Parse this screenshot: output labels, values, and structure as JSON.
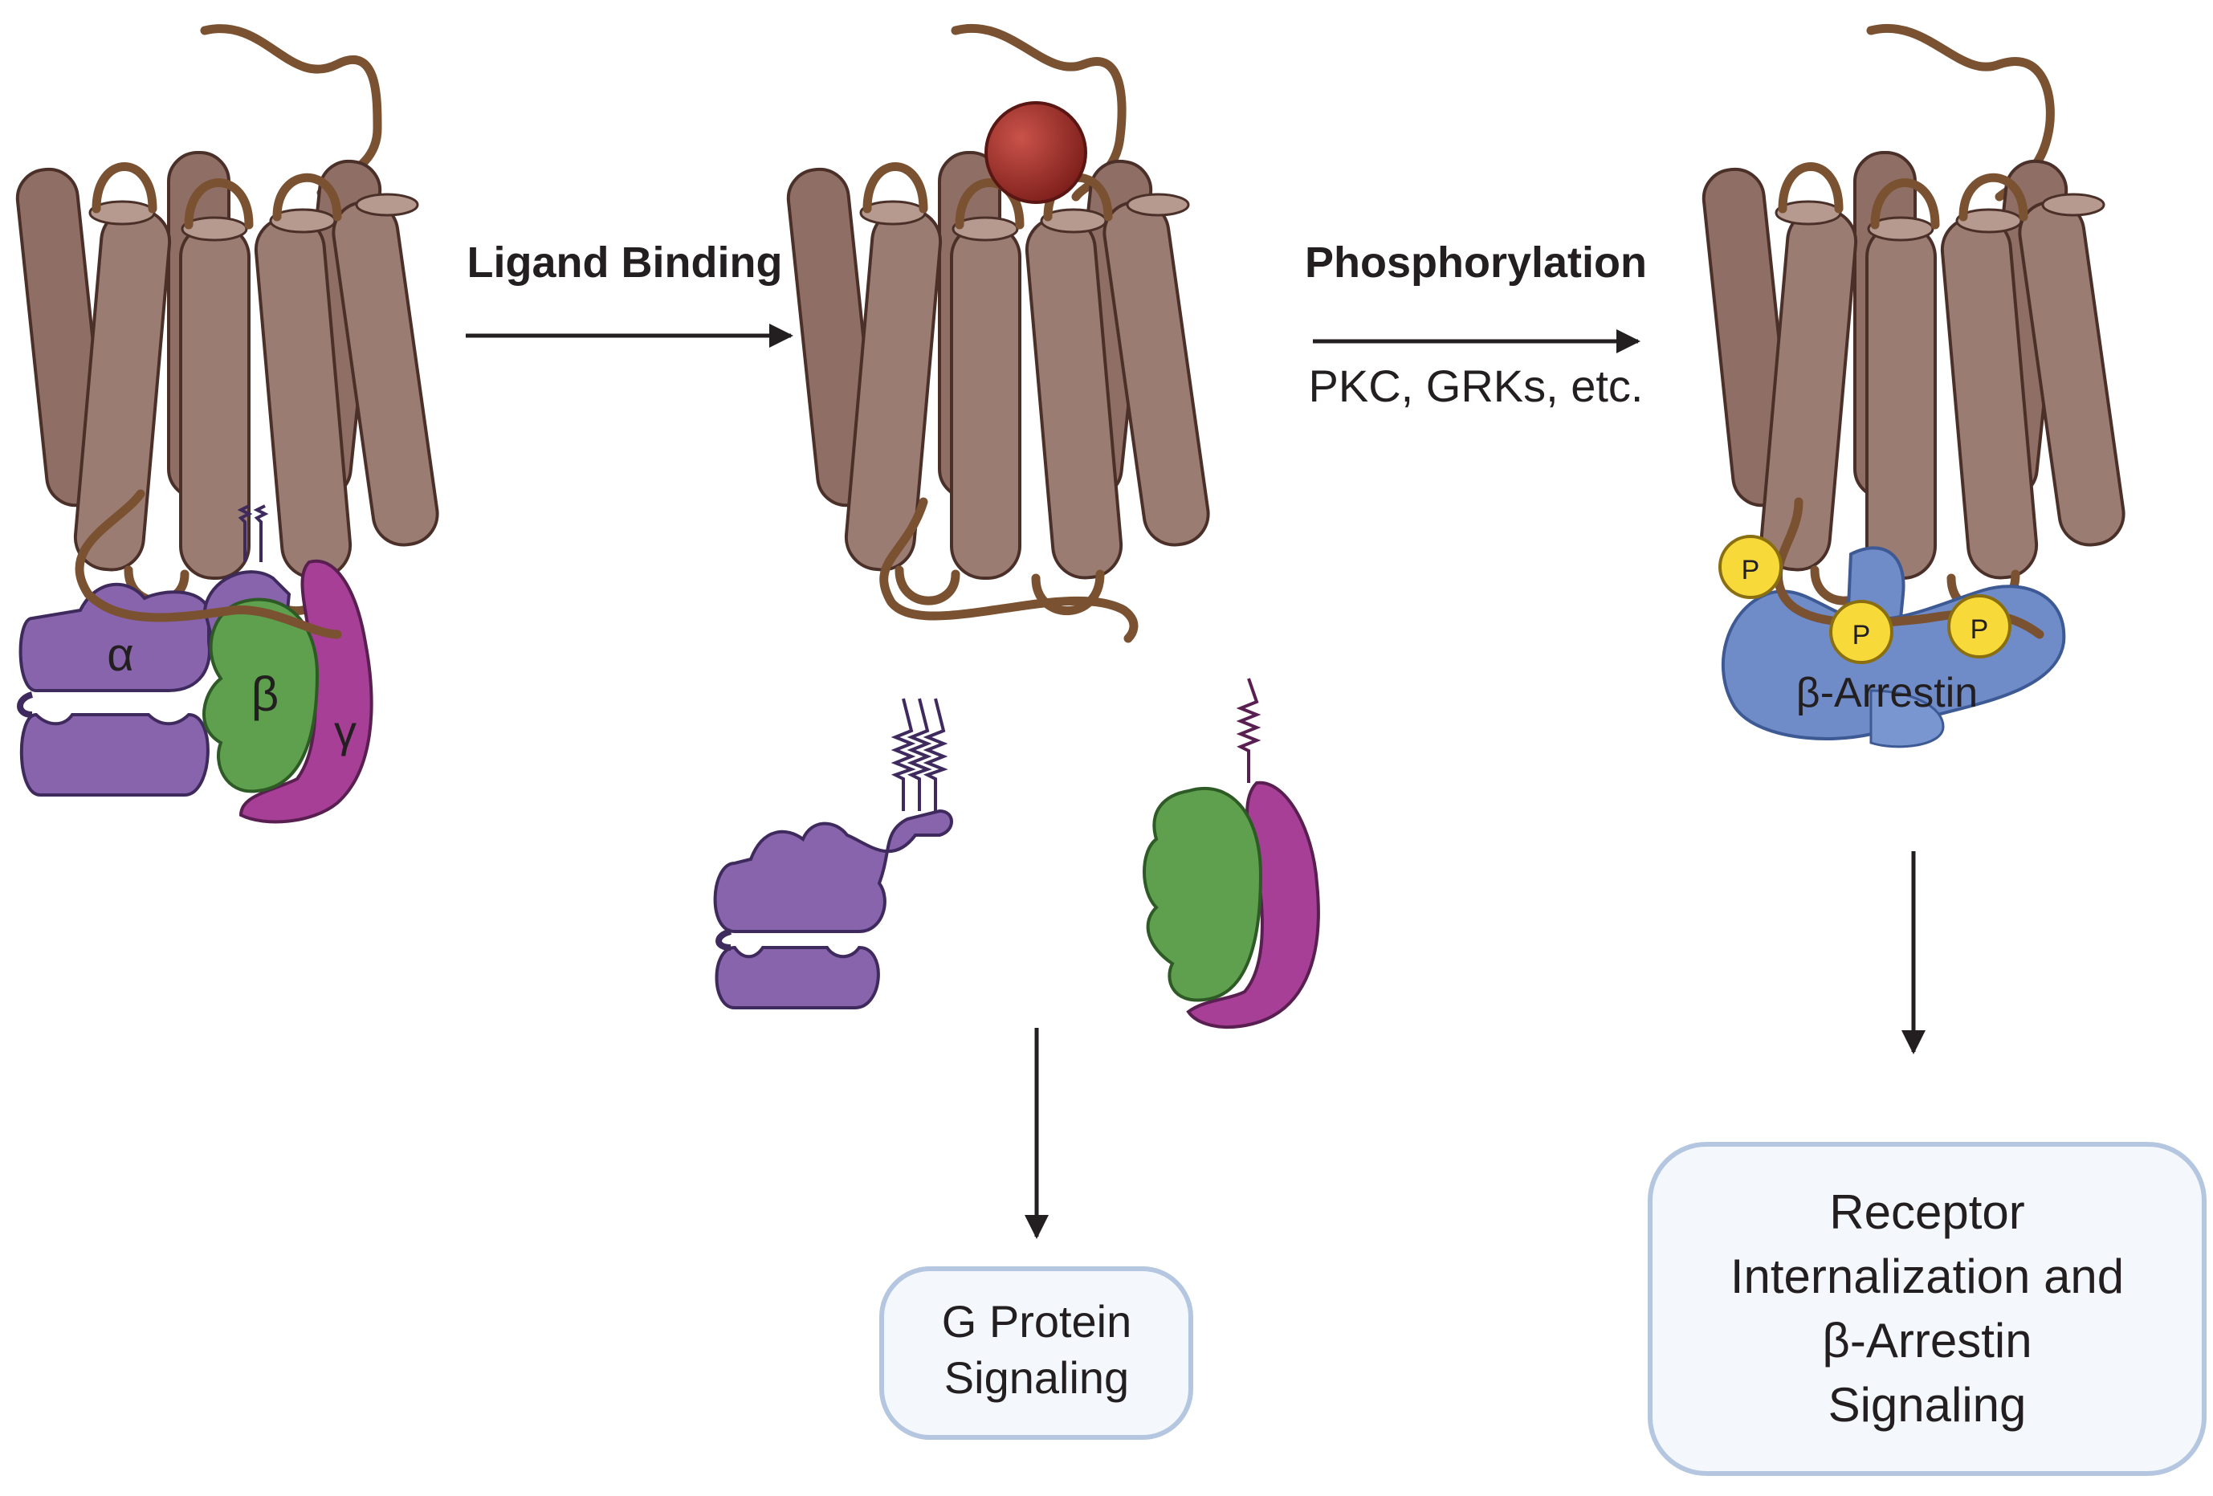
{
  "labels": {
    "step1": "Ligand Binding",
    "step2": "Phosphorylation",
    "step2_sub": "PKC, GRKs, etc.",
    "alpha": "α",
    "beta": "β",
    "gamma": "γ",
    "arrestin": "β-Arrestin",
    "phospho": "P"
  },
  "boxes": {
    "g_protein": [
      "G Protein",
      "Signaling"
    ],
    "internalization": [
      "Receptor",
      "Internalization and",
      "β-Arrestin",
      "Signaling"
    ]
  },
  "colors": {
    "helix_body": "#9b7c72",
    "helix_dark": "#6e4f44",
    "loop": "#7a5232",
    "galpha": "#8864ad",
    "gbeta": "#5ea04e",
    "ggamma": "#a63f95",
    "ligand": "#a3322c",
    "arrestin": "#6f8cc8",
    "phospho": "#f7d93a",
    "box_border": "#b4c6e0",
    "box_fill": "#f4f8fc",
    "arrow": "#231f20"
  }
}
